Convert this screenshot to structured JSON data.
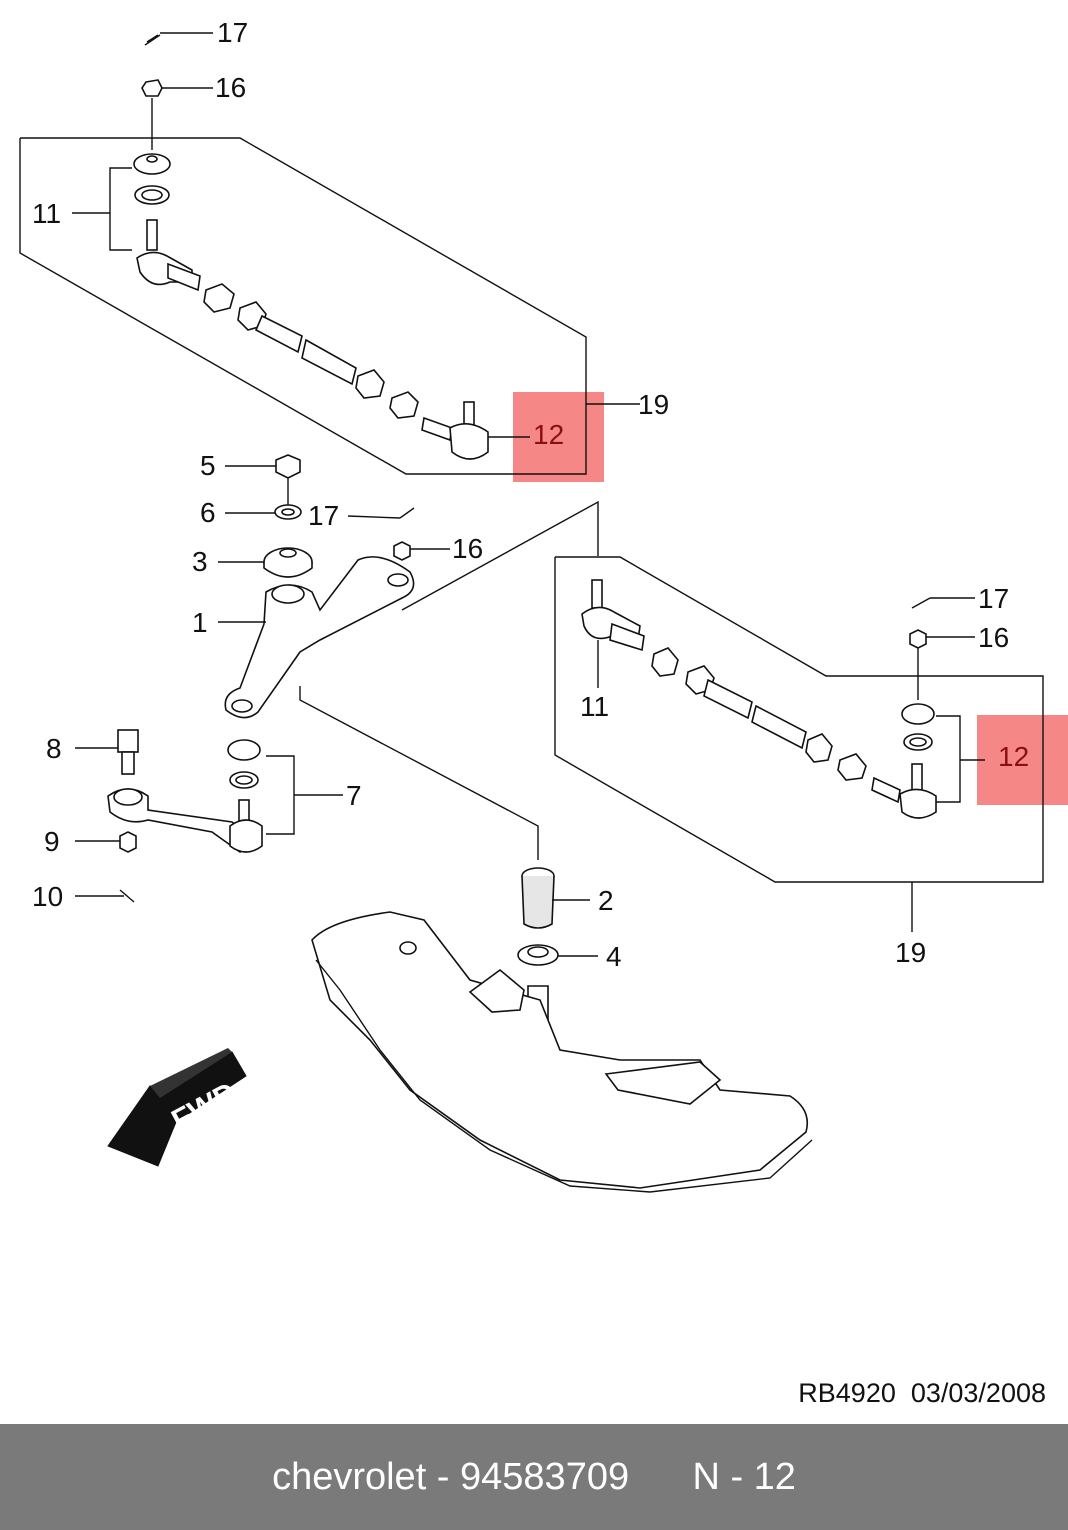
{
  "callouts": {
    "c17a": "17",
    "c16a": "16",
    "c11a": "11",
    "c19a": "19",
    "c12a": "12",
    "c5": "5",
    "c6": "6",
    "c17b": "17",
    "c16b": "16",
    "c3": "3",
    "c1": "1",
    "c8": "8",
    "c7": "7",
    "c9": "9",
    "c10": "10",
    "c2": "2",
    "c4": "4",
    "c17c": "17",
    "c16c": "16",
    "c11b": "11",
    "c12b": "12",
    "c19b": "19"
  },
  "direction_label": "FWD",
  "reference": "RB4920  03/03/2008",
  "footer": {
    "text": "chevrolet - 94583709      N - 12",
    "bg_color": "#7a7a7a"
  },
  "highlight_color": "#f46d6d"
}
